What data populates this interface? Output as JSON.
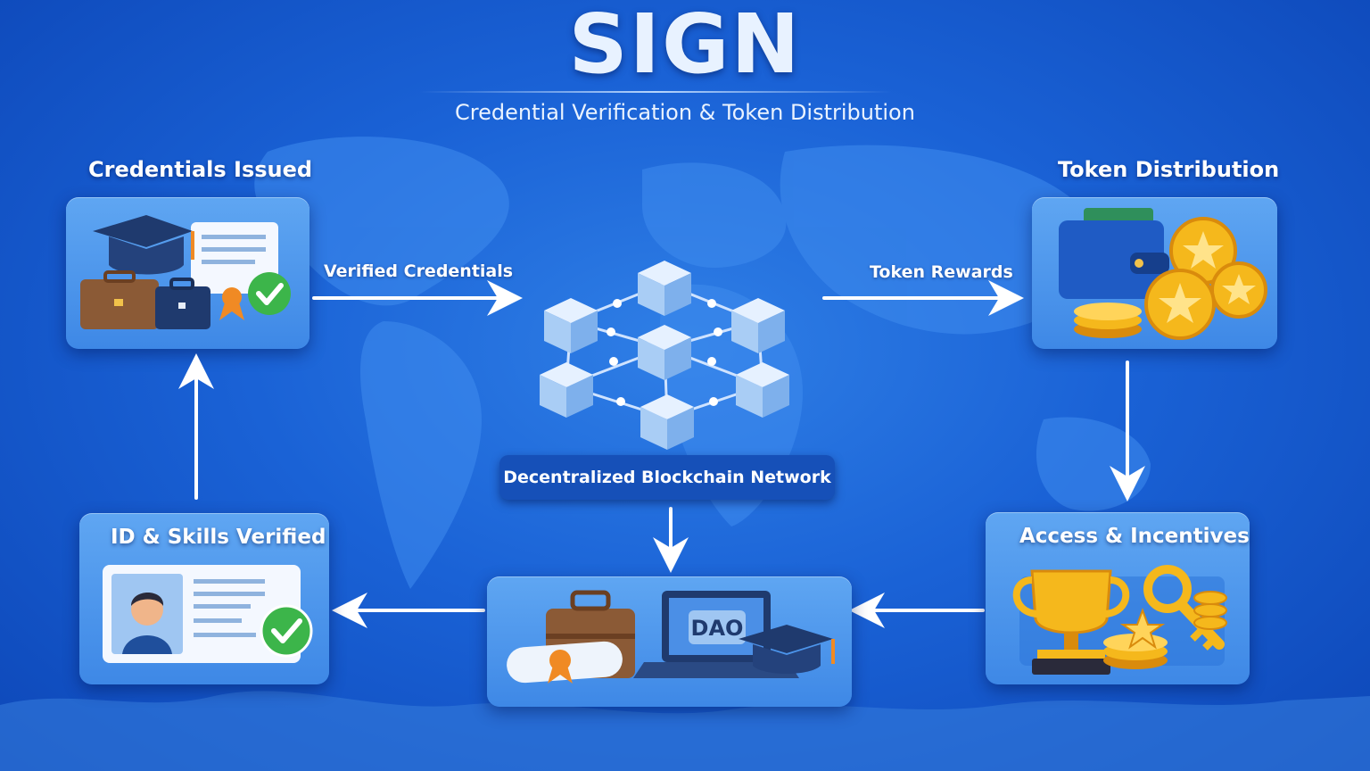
{
  "header": {
    "title": "SIGN",
    "subtitle": "Credential Verification & Token Distribution"
  },
  "nodes": {
    "credentials_issued": "Credentials Issued",
    "token_distribution": "Token Distribution",
    "id_skills_verified": "ID & Skills Verified",
    "access_incentives": "Access & Incentives",
    "network": "Decentralized Blockchain Network"
  },
  "flows": {
    "verified_credentials": "Verified Credentials",
    "token_rewards": "Token Rewards"
  },
  "icons": {
    "dao_text": "DAO"
  },
  "colors": {
    "background": "#1a62d6",
    "card": "#4a92ec",
    "gold": "#f5b81c",
    "check_green": "#3cb54a"
  }
}
